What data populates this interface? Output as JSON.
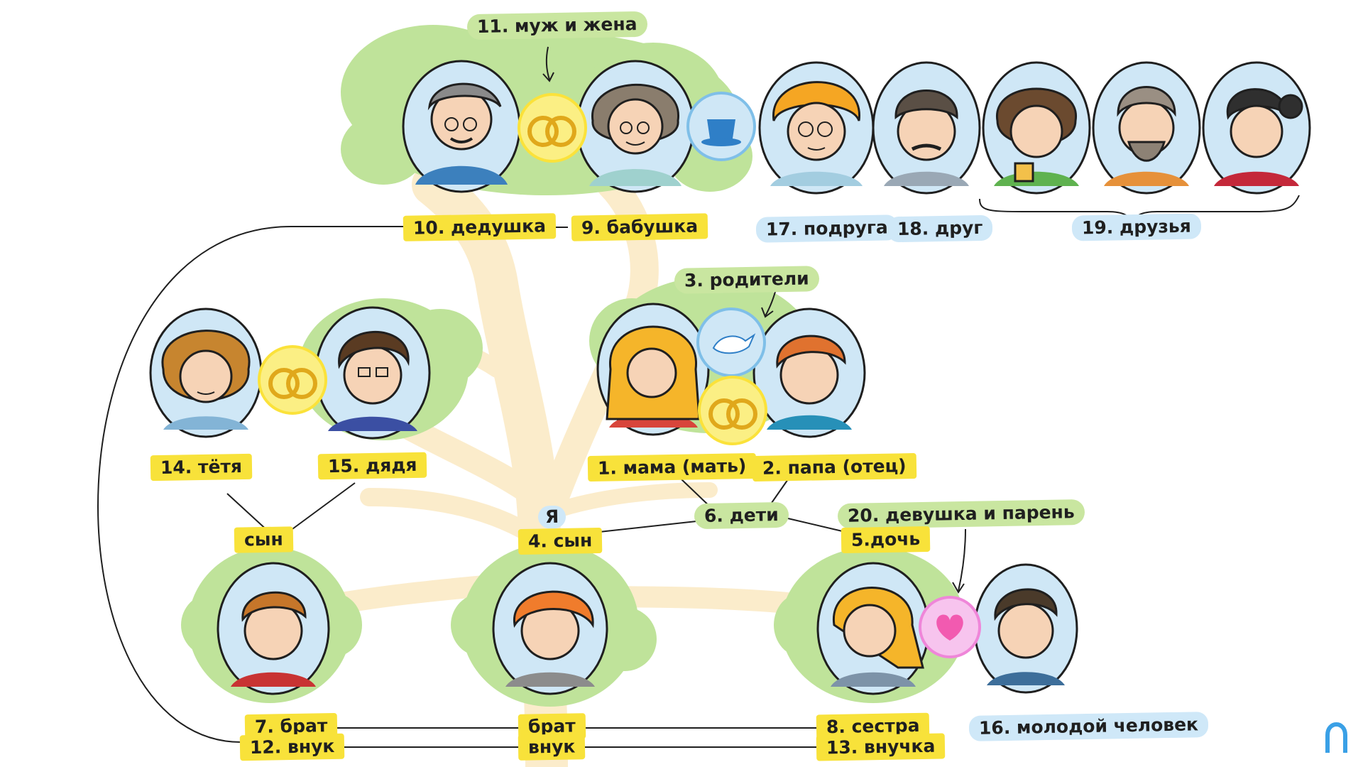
{
  "labels": {
    "spouses": "11. муж и жена",
    "grandpa": "10. дедушка",
    "grandma": "9. бабушка",
    "girlfriend": "17. подруга",
    "friend": "18. друг",
    "friends": "19. друзья",
    "parents": "3. родители",
    "aunt": "14. тётя",
    "uncle": "15. дядя",
    "mom": "1. мама (мать)",
    "dad": "2. папа (отец)",
    "me": "Я",
    "son_me": "4. сын",
    "children": "6. дети",
    "couple": "20. девушка и парень",
    "daughter": "5.дочь",
    "cousin_son": "сын",
    "brother": "7. брат",
    "grandson": "12. внук",
    "brother2": "брат",
    "grandson2": "внук",
    "sister": "8. сестра",
    "granddaughter": "13. внучка",
    "young_man": "16. молодой человек"
  },
  "icons": {
    "rings": "wedding-rings-icon",
    "tea": "tea-cup-icon",
    "stork": "stork-icon",
    "heart": "heart-icon",
    "logo": "brand-logo-icon"
  },
  "colors": {
    "label_yellow": "#f8e23a",
    "label_green": "#c9e6a0",
    "label_blue": "#cfe8f8",
    "tree_trunk": "#fbeccb",
    "foliage": "#bfe39a",
    "portrait_bg": "#cfe7f6",
    "rings_bg": "#fbef84",
    "heart_bg": "#f7c4ee"
  }
}
